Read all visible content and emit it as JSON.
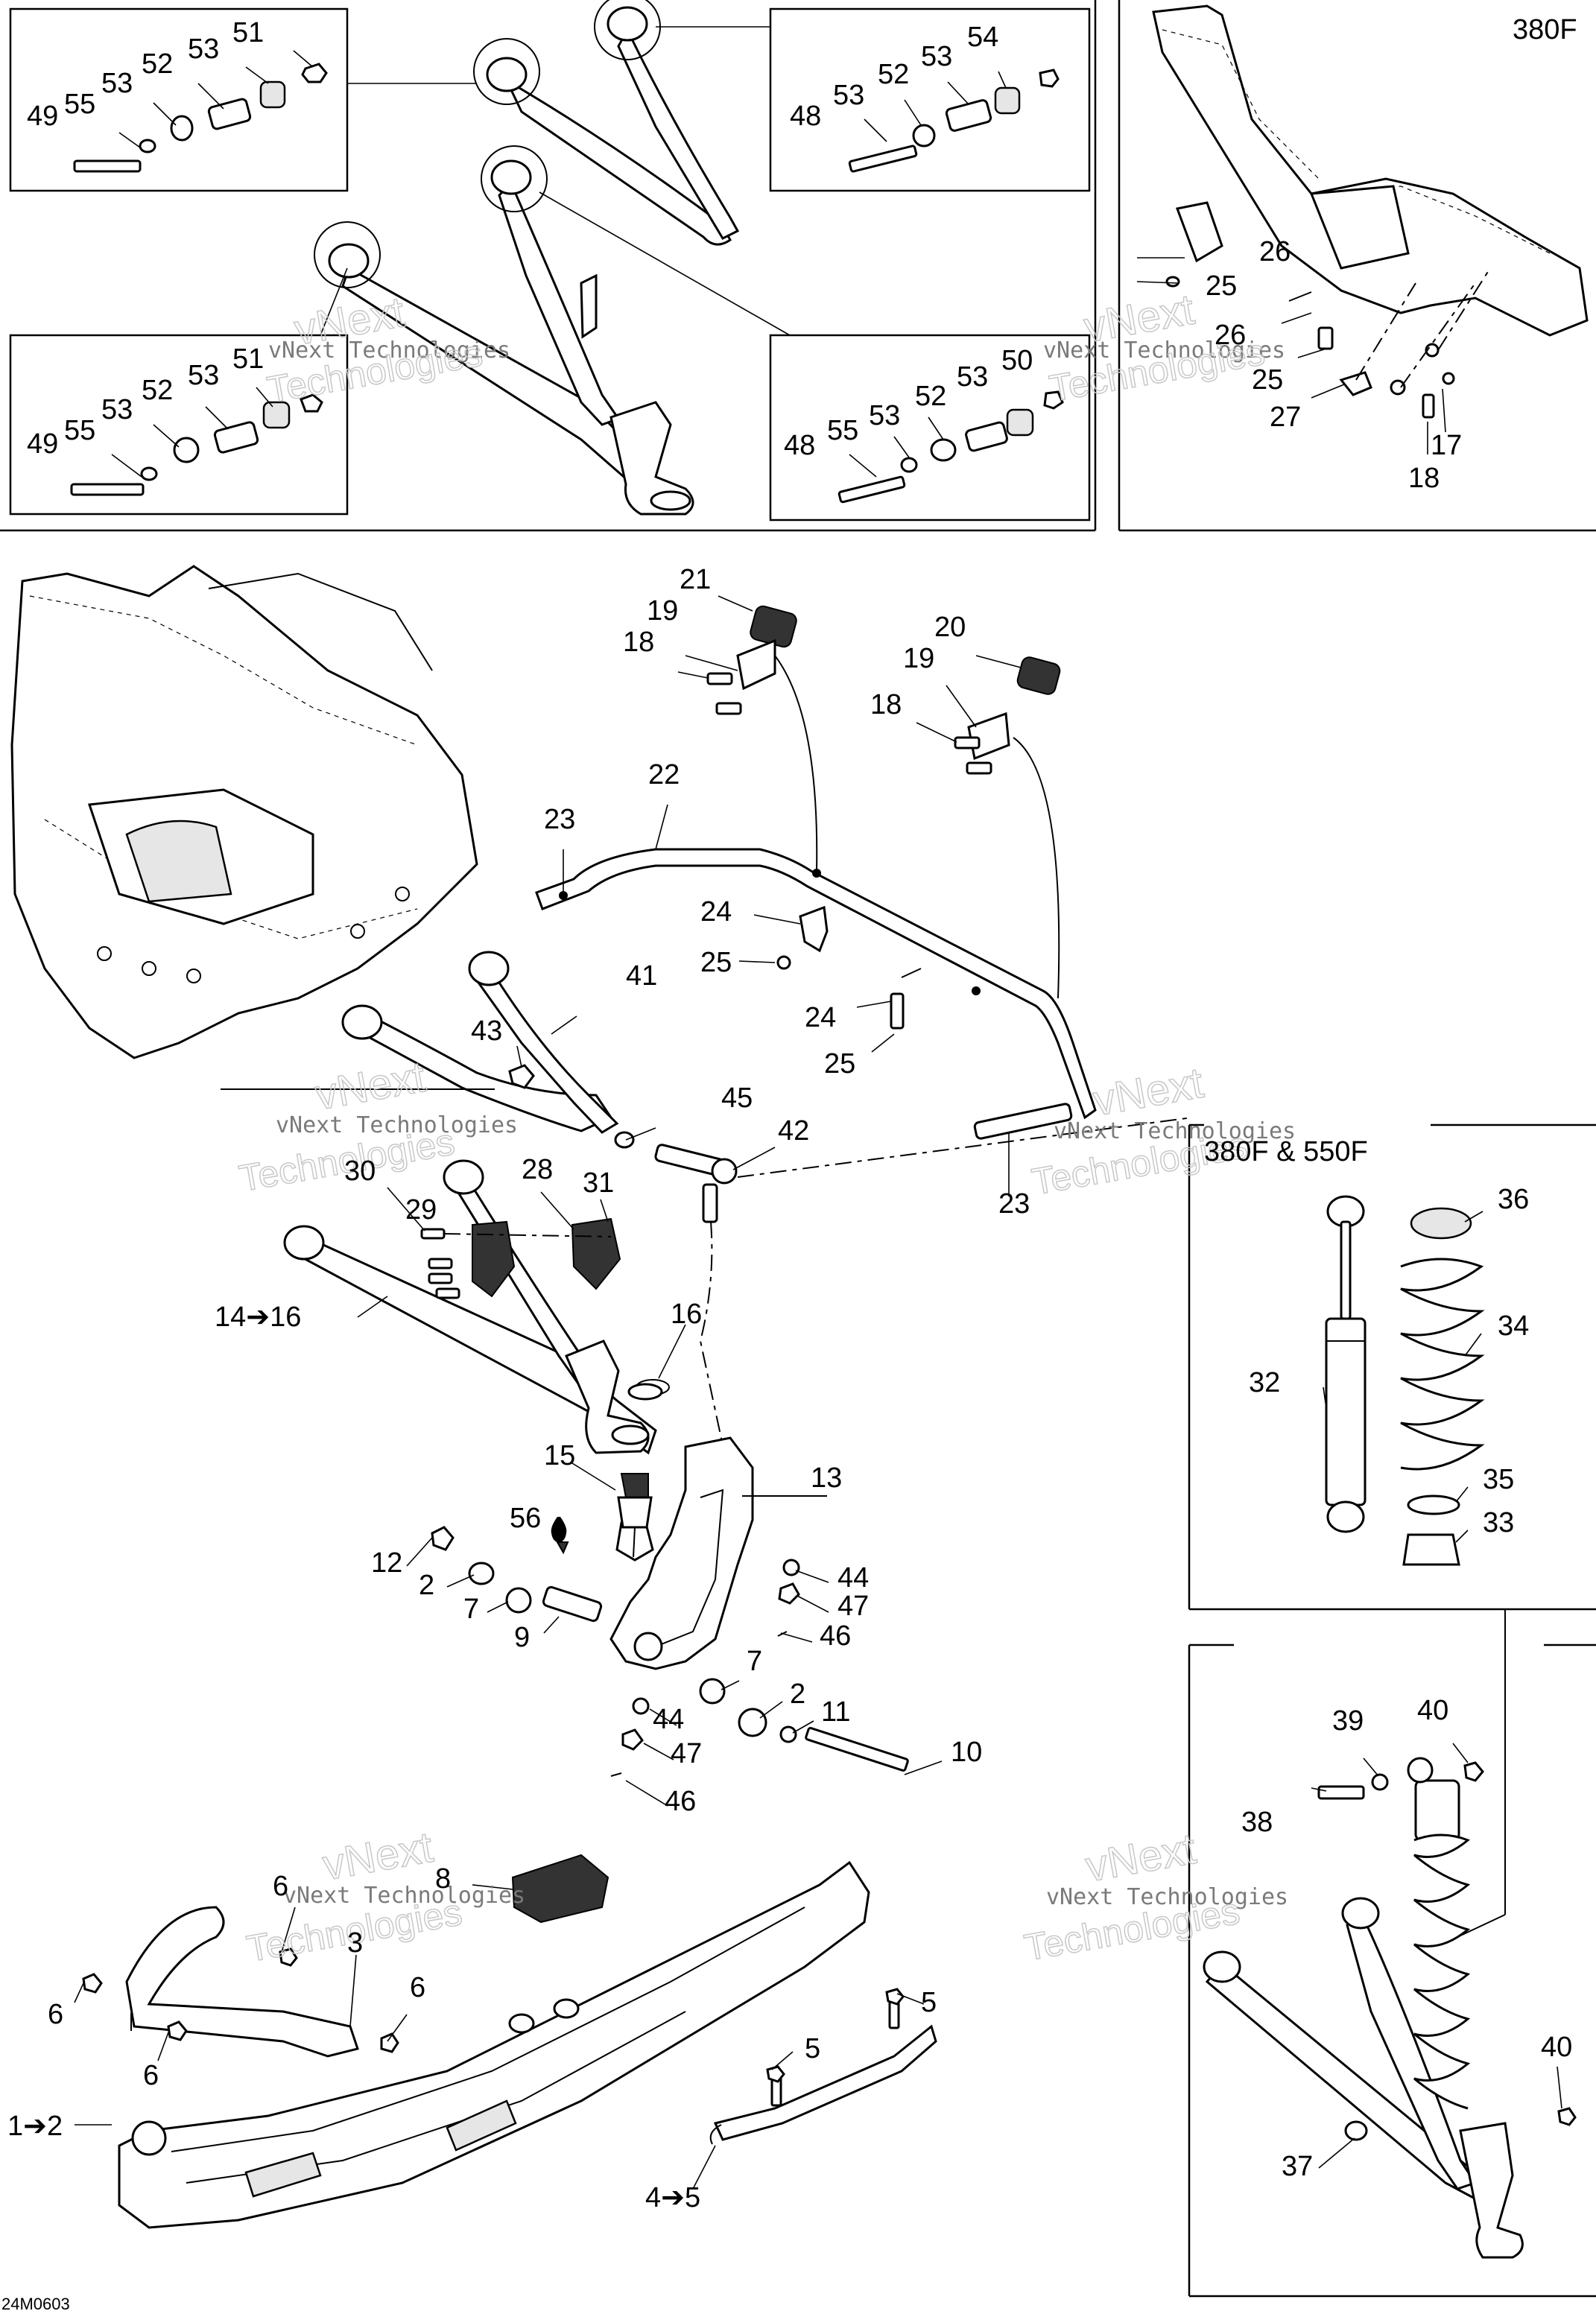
{
  "diagram": {
    "code": "24M0603",
    "inset_titles": {
      "frame_380f": "380F",
      "shock_380f_550f": "380F & 550F"
    },
    "watermark": {
      "line1": "vNext Technologies",
      "line2": "vNext",
      "line3": "Technologies"
    },
    "callouts": [
      "49",
      "55",
      "53",
      "52",
      "53",
      "51",
      "48",
      "53",
      "52",
      "53",
      "54",
      "49",
      "55",
      "53",
      "52",
      "53",
      "51",
      "48",
      "55",
      "53",
      "52",
      "53",
      "50",
      "26",
      "25",
      "26",
      "25",
      "27",
      "17",
      "18",
      "21",
      "19",
      "18",
      "20",
      "19",
      "18",
      "22",
      "23",
      "24",
      "25",
      "24",
      "25",
      "41",
      "43",
      "45",
      "42",
      "23",
      "30",
      "29",
      "28",
      "31",
      "14➔16",
      "16",
      "15",
      "13",
      "56",
      "12",
      "2",
      "7",
      "9",
      "44",
      "47",
      "46",
      "7",
      "2",
      "11",
      "44",
      "47",
      "46",
      "10",
      "36",
      "34",
      "32",
      "35",
      "33",
      "39",
      "40",
      "38",
      "40",
      "37",
      "8",
      "6",
      "3",
      "6",
      "6",
      "6",
      "1➔2",
      "5",
      "5",
      "4➔5"
    ]
  }
}
